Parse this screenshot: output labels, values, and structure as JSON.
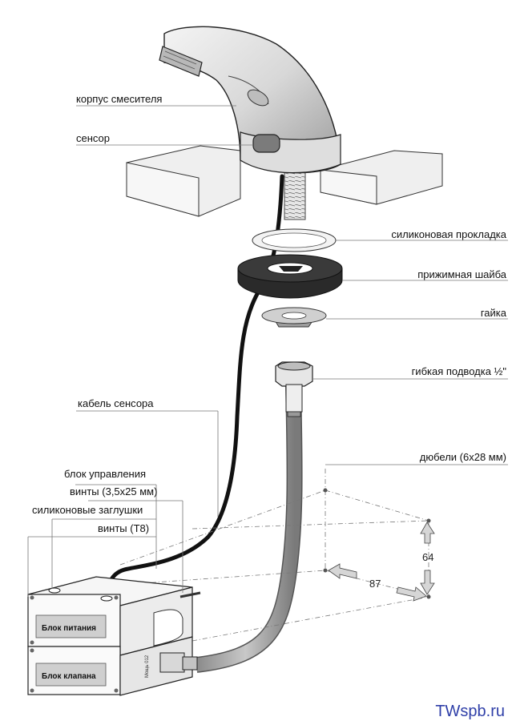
{
  "labels": {
    "body": "корпус смесителя",
    "sensor": "сенсор",
    "gasket": "силиконовая прокладка",
    "washer": "прижимная шайба",
    "nut": "гайка",
    "hose": "гибкая подводка ½\"",
    "cable": "кабель сенсора",
    "dowels": "дюбели (6х28 мм)",
    "control_block": "блок управления",
    "screws_35": "винты (3,5х25 мм)",
    "silicone_plugs": "силиконовые заглушки",
    "screws_t8": "винты (Т8)"
  },
  "boxes": {
    "power": "Блок питания",
    "valve": "Блок клапана",
    "side_text": "Мощь 012"
  },
  "dimensions": {
    "vertical": "64",
    "horizontal": "87"
  },
  "brand": "TWspb.ru"
}
